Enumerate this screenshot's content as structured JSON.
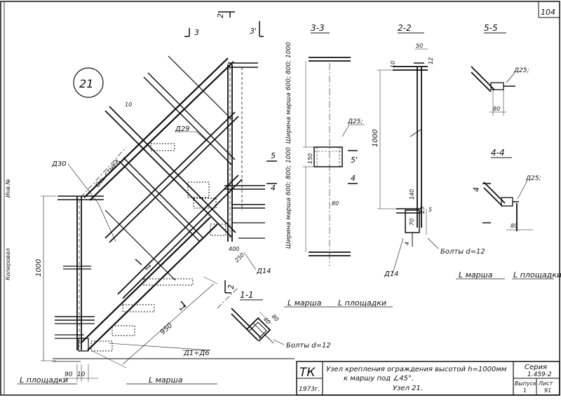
{
  "sheet_number": "104",
  "node_label": "21",
  "section_marks": {
    "mark_3": "3",
    "mark_2": "2",
    "mark_3p": "3'",
    "mark_5": "5",
    "mark_5p": "5'",
    "mark_4": "4",
    "mark_4b": "4",
    "mark_4c": "4",
    "mark_1": "1",
    "mark_1b": "1",
    "mark_2b": "2"
  },
  "section_titles": {
    "s33": "3-3",
    "s22": "2-2",
    "s55": "5-5",
    "s44": "4-4",
    "s11": "1-1"
  },
  "main_view": {
    "d30": "Д30",
    "d29": "Д29",
    "d14": "Д14",
    "d1_d6": "Д1÷Д6",
    "joint_axis": "Ось стыка",
    "dim_1000": "1000",
    "dim_950": "950",
    "dim_90": "90",
    "dim_10": "10",
    "dim_250": "250",
    "dim_400": "400",
    "dim_10b": "10",
    "landing_floor": "L площадки",
    "stair_flight": "L марша"
  },
  "section_33": {
    "width_top": "Ширина марша 600; 800; 1000",
    "width_bottom": "Ширина марша 600; 800; 1000",
    "d25": "Д25;",
    "dim_150": "150",
    "dim_80": "80"
  },
  "section_22": {
    "dim_50": "50",
    "dim_10": "10",
    "dim_12": "12",
    "dim_1000": "1000",
    "dim_140": "140",
    "dim_25": "25",
    "dim_70": "70",
    "dim_5": "5",
    "dim_4": "4",
    "d14": "Д14",
    "bolts": "Болты d=12"
  },
  "section_55": {
    "d25": "Д25;",
    "dim_80": "80"
  },
  "section_44": {
    "d25": "Д25;",
    "dim_80": "80",
    "stair_flight": "L марша",
    "landing_floor": "L площадки"
  },
  "section_11": {
    "dim_40": "40",
    "dim_80": "80",
    "bolts": "Болты d=12",
    "stair_flight": "L марша",
    "landing_floor": "L площадки"
  },
  "left_margin": {
    "inventory": "Инв.№",
    "copied": "Копировал"
  },
  "title_block": {
    "tk": "ТК",
    "year": "1973г.",
    "line1": "Узел крепления ограждения высотой h=1000мм",
    "line2": "к маршу под ∠45°.",
    "line3": "Узел 21.",
    "series_label": "Серия",
    "series_value": "1.459-2",
    "issue_label": "Выпуск",
    "issue_value": "1",
    "sheet_label": "Лист",
    "sheet_value": "91"
  }
}
